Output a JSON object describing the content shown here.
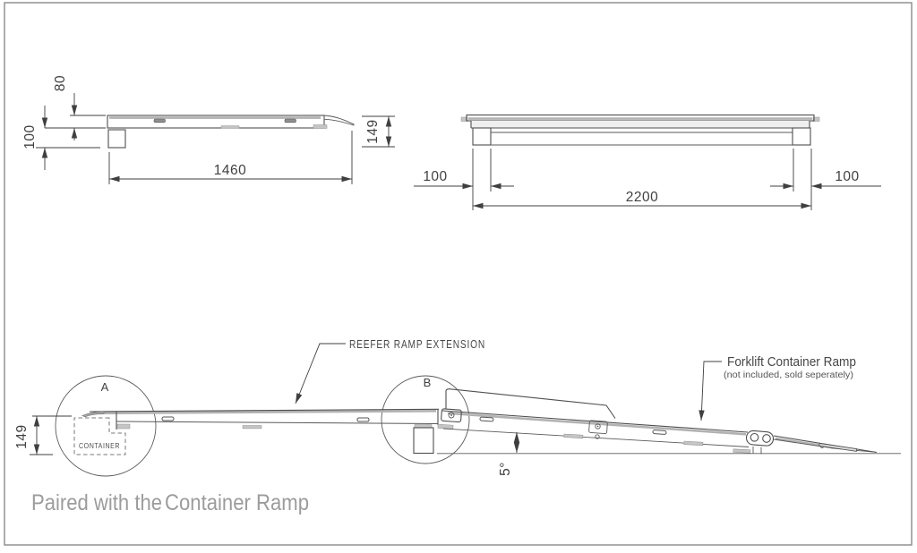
{
  "colors": {
    "line": "#4f4f4f",
    "thick_edge": "#b2b2b2",
    "dim_text": "#414141",
    "caption": "#9c9c9c",
    "border": "#8a8a8a"
  },
  "side_view": {
    "dim_thickness": "80",
    "dim_foot_height": "100",
    "dim_length": "1460",
    "dim_height": "149"
  },
  "front_view": {
    "dim_left_foot": "100",
    "dim_span": "2200",
    "dim_right_foot": "100"
  },
  "assembly": {
    "detail_a_label": "A",
    "detail_b_label": "B",
    "container_label": "CONTAINER",
    "dim_height": "149",
    "dim_angle": "5°",
    "extension_callout": "REEFER RAMP EXTENSION",
    "ramp_callout": "Forklift Container Ramp",
    "ramp_callout_note": "(not included, sold seperately)"
  },
  "caption": {
    "prefix": "Paired with the",
    "product": "Container Ramp"
  }
}
